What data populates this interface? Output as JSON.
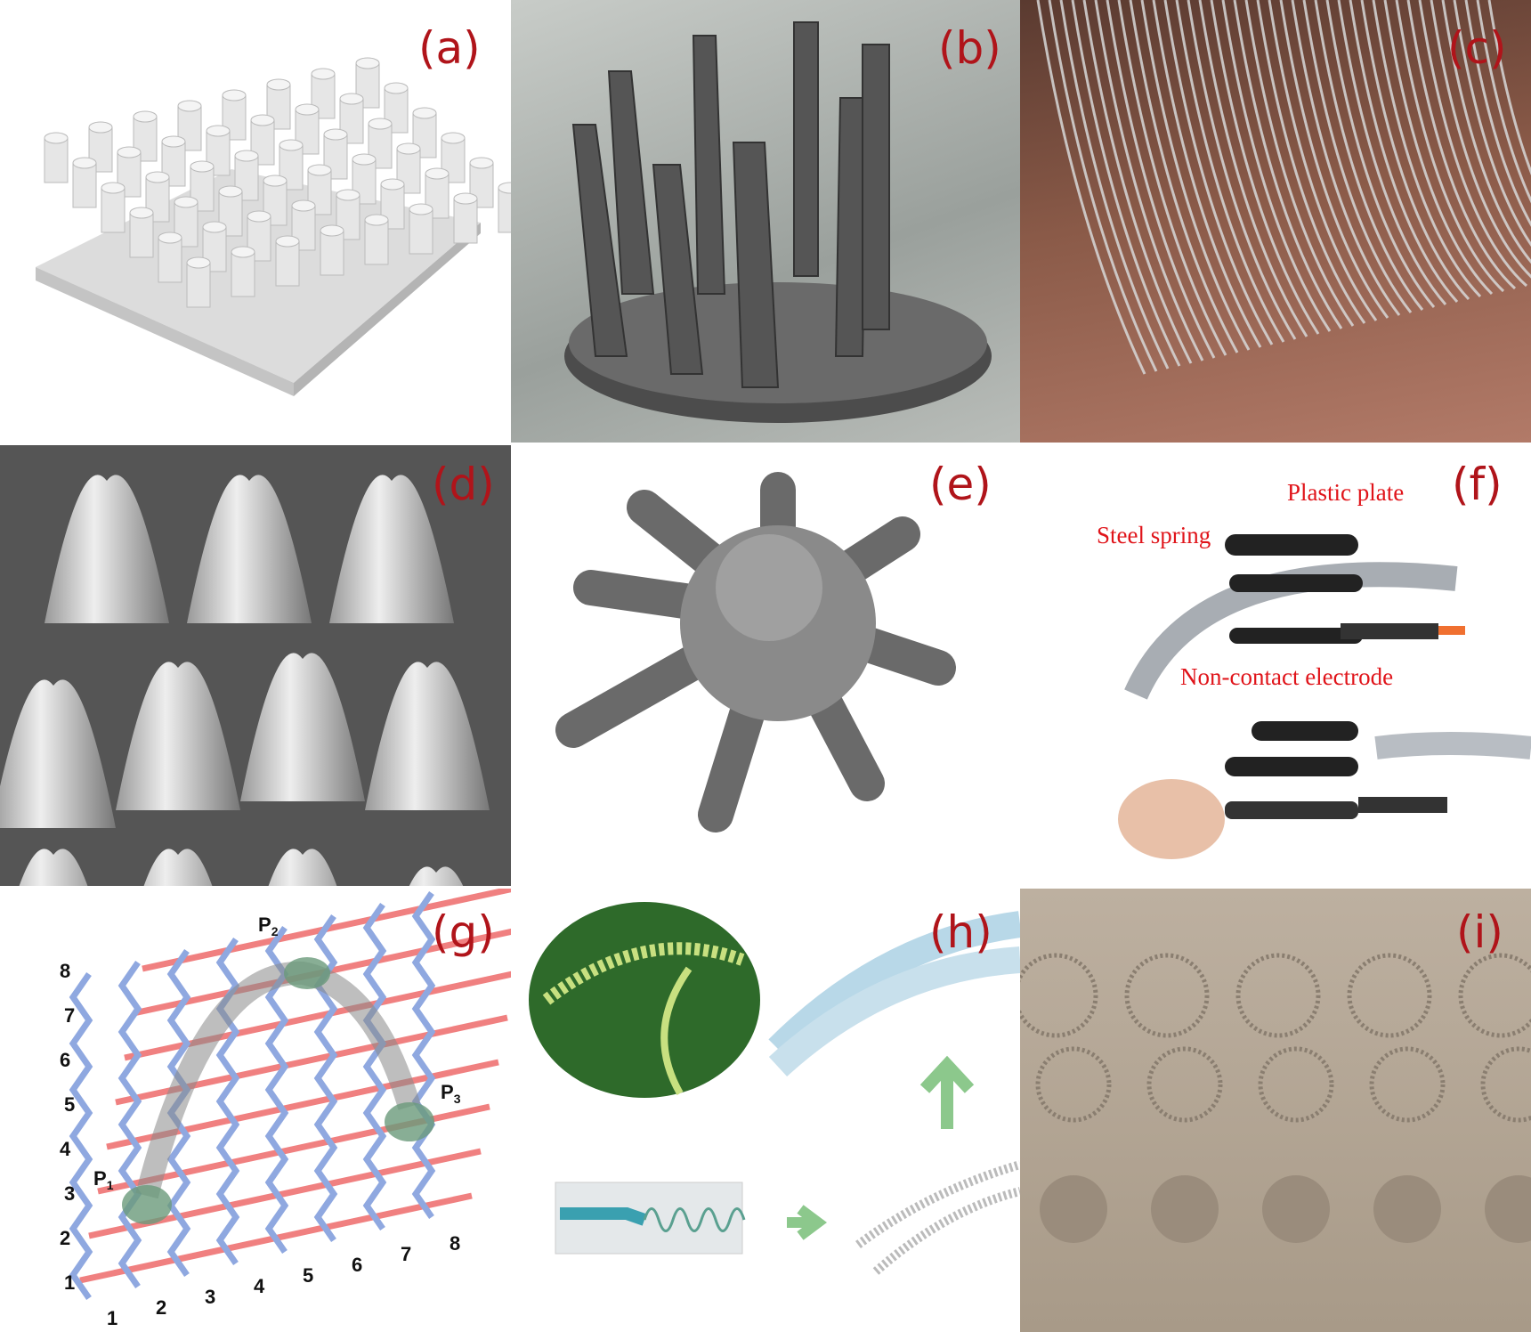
{
  "panels": [
    {
      "id": "a",
      "label": "(a)"
    },
    {
      "id": "b",
      "label": "(b)"
    },
    {
      "id": "c",
      "label": "(c)"
    },
    {
      "id": "d",
      "label": "(d)"
    },
    {
      "id": "e",
      "label": "(e)"
    },
    {
      "id": "f",
      "label": "(f)",
      "annotations": {
        "plastic_plate": "Plastic plate",
        "steel_spring": "Steel spring",
        "electrode": "Non-contact electrode"
      }
    },
    {
      "id": "g",
      "label": "(g)",
      "points": [
        "P",
        "P",
        "P"
      ],
      "point_subs": [
        "1",
        "2",
        "3"
      ],
      "row_numbers": [
        "1",
        "2",
        "3",
        "4",
        "5",
        "6",
        "7",
        "8"
      ],
      "col_numbers": [
        "1",
        "2",
        "3",
        "4",
        "5",
        "6",
        "7",
        "8"
      ]
    },
    {
      "id": "h",
      "label": "(h)"
    },
    {
      "id": "i",
      "label": "(i)"
    }
  ],
  "colors": {
    "label": "#b0141a",
    "annotation": "#e0141a",
    "grid_red": "#f08080",
    "grid_blue": "#8fa8e0"
  }
}
